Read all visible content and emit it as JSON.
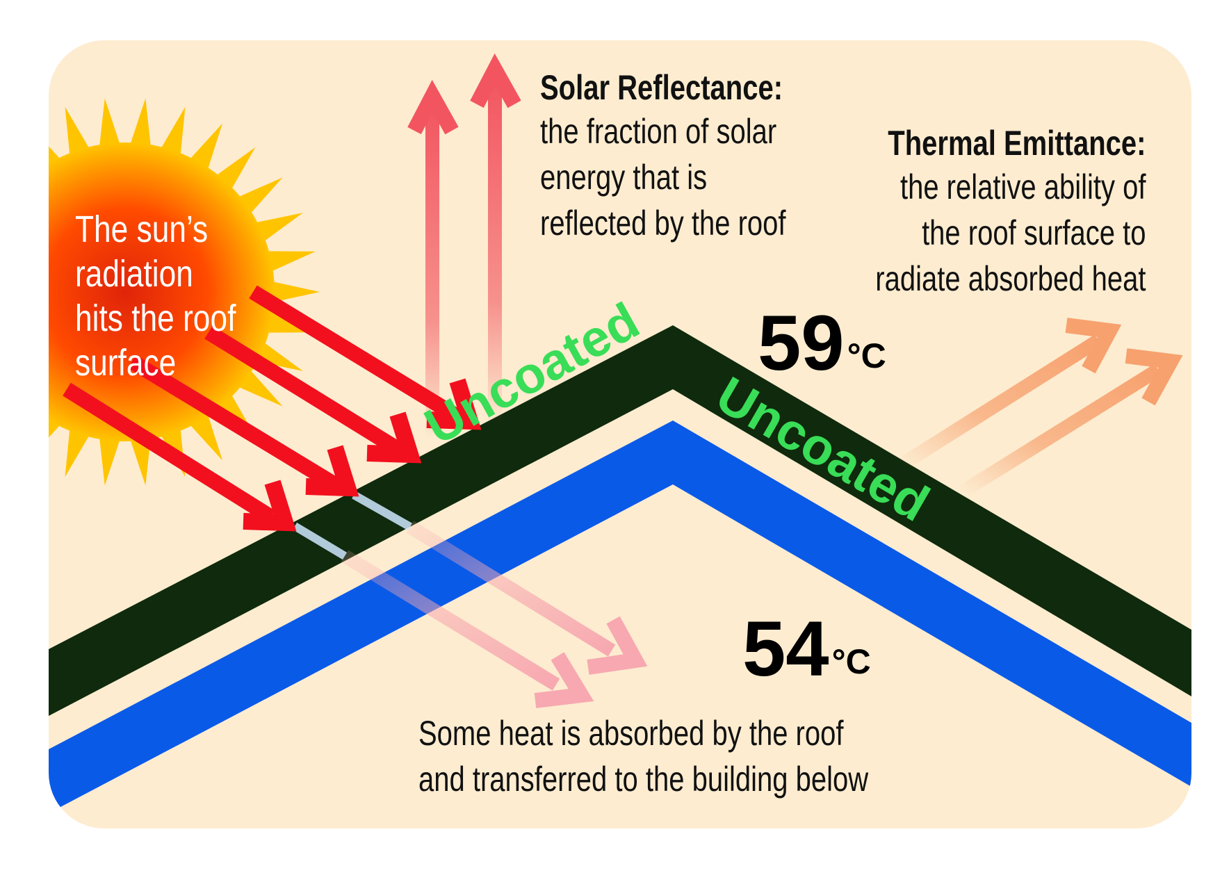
{
  "sun": {
    "lines": [
      "The sun’s",
      "radiation",
      "hits the roof",
      "surface"
    ]
  },
  "solar_reflectance": {
    "title": "Solar Reflectance:",
    "lines": [
      "the fraction of solar",
      "energy that is",
      "reflected by the roof"
    ]
  },
  "thermal_emittance": {
    "title": "Thermal Emittance:",
    "lines": [
      "the relative ability of",
      "the roof surface to",
      "radiate absorbed heat"
    ]
  },
  "absorbed": {
    "lines": [
      "Some heat is absorbed by the roof",
      "and transferred to the building below"
    ]
  },
  "roof_labels": {
    "left": "Uncoated",
    "right": "Uncoated"
  },
  "temperatures": {
    "outer_value": "59",
    "inner_value": "54",
    "unit": "°C"
  },
  "colors": {
    "background_panel": "#fdecd0",
    "roof_outer": "#0f2a0c",
    "roof_inner": "#0a5ae8",
    "roof_label": "#39dd57",
    "incoming_arrow": "#f2101e",
    "reflected_arrow": "#f25560",
    "emitted_arrow": "#f7a16e",
    "transferred_arrow": "#f7a8b0",
    "sun_core": "#ff3a00",
    "sun_rays": "#ffc400"
  },
  "icons": {
    "sun": "sun-burst-icon",
    "incoming": "arrow-down-right-icon",
    "reflected": "arrow-up-icon",
    "emitted": "arrow-up-right-icon",
    "transferred": "arrow-down-right-icon"
  }
}
